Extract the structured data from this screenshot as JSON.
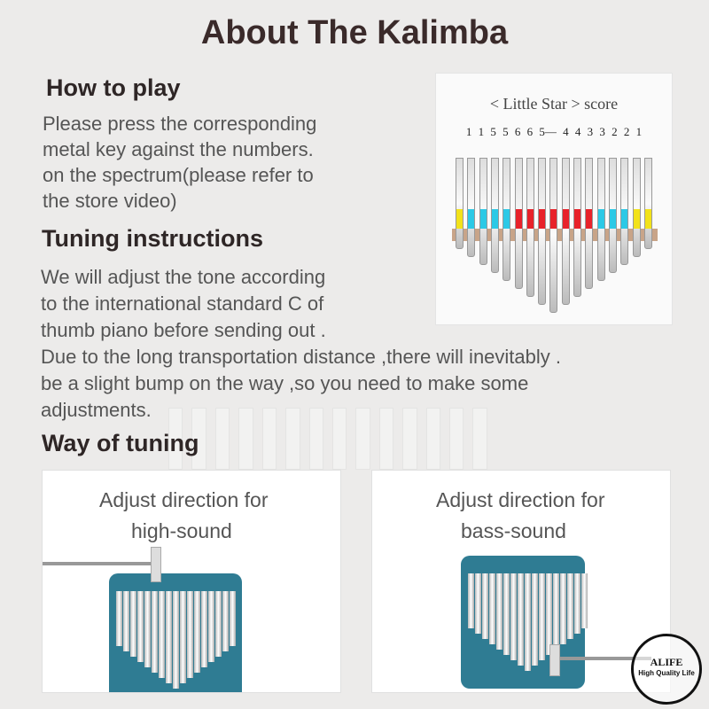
{
  "title": "About The Kalimba",
  "how_to_play": {
    "heading": "How to play",
    "lines": [
      "Please press the corresponding",
      "metal key against the numbers.",
      "on the spectrum(please refer to",
      "the store video)"
    ]
  },
  "tuning": {
    "heading": "Tuning instructions",
    "lines": [
      "We will adjust the tone according",
      "to the international standard C of",
      "thumb piano before sending out .",
      "Due to the long transportation distance ,there will inevitably .",
      "be a slight bump on the way ,so you need to make some",
      "adjustments."
    ]
  },
  "way": {
    "heading": "Way of tuning"
  },
  "score": {
    "title": "< Little Star > score",
    "notes": "1 1 5 5  6 6 5— 4 4 3 3 2 2 1",
    "key_colors": [
      "#f2e21a",
      "#2cc9e6",
      "#2cc9e6",
      "#2cc9e6",
      "#2cc9e6",
      "#e8222a",
      "#e8222a",
      "#e8222a",
      "#e8222a",
      "#e8222a",
      "#e8222a",
      "#e8222a",
      "#2cc9e6",
      "#2cc9e6",
      "#2cc9e6",
      "#f2e21a",
      "#f2e21a"
    ]
  },
  "photos": [
    {
      "line1": "Adjust direction for",
      "line2": "high-sound"
    },
    {
      "line1": "Adjust direction for",
      "line2": "bass-sound"
    }
  ],
  "logo": {
    "name": "ALIFE",
    "tagline": "High Quality Life"
  }
}
